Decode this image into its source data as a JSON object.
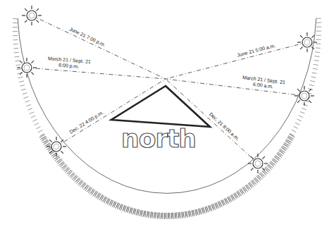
{
  "diagram": {
    "labels": [
      "June 21 7:00 p.m.",
      "June 21 5:00 a.m.",
      "March 21 / Sept. 21 6:00 p.m.",
      "March 21 / Sept. 21 6:00 a.m.",
      "Dec. 22 4:00 p.m.",
      "Dec. 21 8:00 a.m.",
      "north"
    ]
  }
}
